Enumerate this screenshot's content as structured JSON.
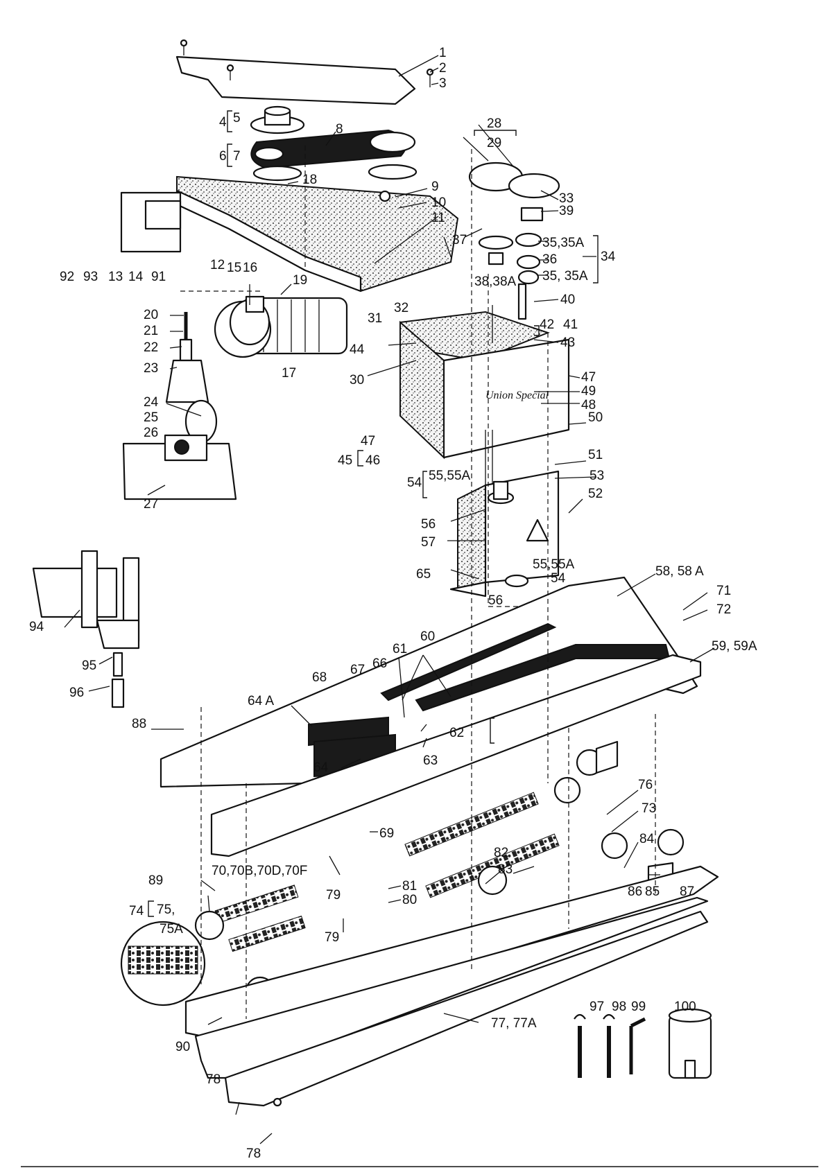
{
  "brand_text": "Union Special",
  "labels": {
    "l1": "1",
    "l2": "2",
    "l3": "3",
    "l4": "4",
    "l5": "5",
    "l6": "6",
    "l7": "7",
    "l8": "8",
    "l9": "9",
    "l10": "10",
    "l11": "11",
    "l12": "12",
    "l13": "13",
    "l14": "14",
    "l15": "15",
    "l16": "16",
    "l17": "17",
    "l18": "18",
    "l19": "19",
    "l20": "20",
    "l21": "21",
    "l22": "22",
    "l23": "23",
    "l24": "24",
    "l25": "25",
    "l26": "26",
    "l27": "27",
    "l28": "28",
    "l29": "29",
    "l30": "30",
    "l31": "31",
    "l32": "32",
    "l33": "33",
    "l34": "34",
    "l35a": "35,35A",
    "l36": "36",
    "l35b": "35, 35A",
    "l37": "37",
    "l38": "38,38A",
    "l39": "39",
    "l40": "40",
    "l41": "41",
    "l42": "42",
    "l43": "43",
    "l44": "44",
    "l45": "45",
    "l46": "46",
    "l47a": "47",
    "l47b": "47",
    "l48": "48",
    "l49": "49",
    "l50": "50",
    "l51": "51",
    "l52": "52",
    "l53": "53",
    "l54a": "54",
    "l55a": "55,55A",
    "l54b": "54",
    "l55b": "55,55A",
    "l56a": "56",
    "l56b": "56",
    "l57": "57",
    "l58": "58, 58 A",
    "l59": "59, 59A",
    "l60": "60",
    "l61": "61",
    "l62": "62",
    "l63": "63",
    "l64": "64",
    "l64a": "64 A",
    "l65": "65",
    "l66": "66",
    "l67": "67",
    "l68": "68",
    "l69": "69",
    "l70": "70,70B,70D,70F",
    "l71": "71",
    "l72": "72",
    "l73": "73",
    "l74": "74",
    "l75": "75,",
    "l75a": "75A",
    "l76": "76",
    "l77": "77, 77A",
    "l78a": "78",
    "l78b": "78",
    "l79a": "79",
    "l79b": "79",
    "l80": "80",
    "l81": "81",
    "l82": "82",
    "l83": "83",
    "l84": "84",
    "l85": "85",
    "l86": "86",
    "l87": "87",
    "l88": "88",
    "l89": "89",
    "l90": "90",
    "l91": "91",
    "l92": "92",
    "l93": "93",
    "l94": "94",
    "l95": "95",
    "l96": "96",
    "l97": "97",
    "l98": "98",
    "l99": "99",
    "l100": "100"
  }
}
